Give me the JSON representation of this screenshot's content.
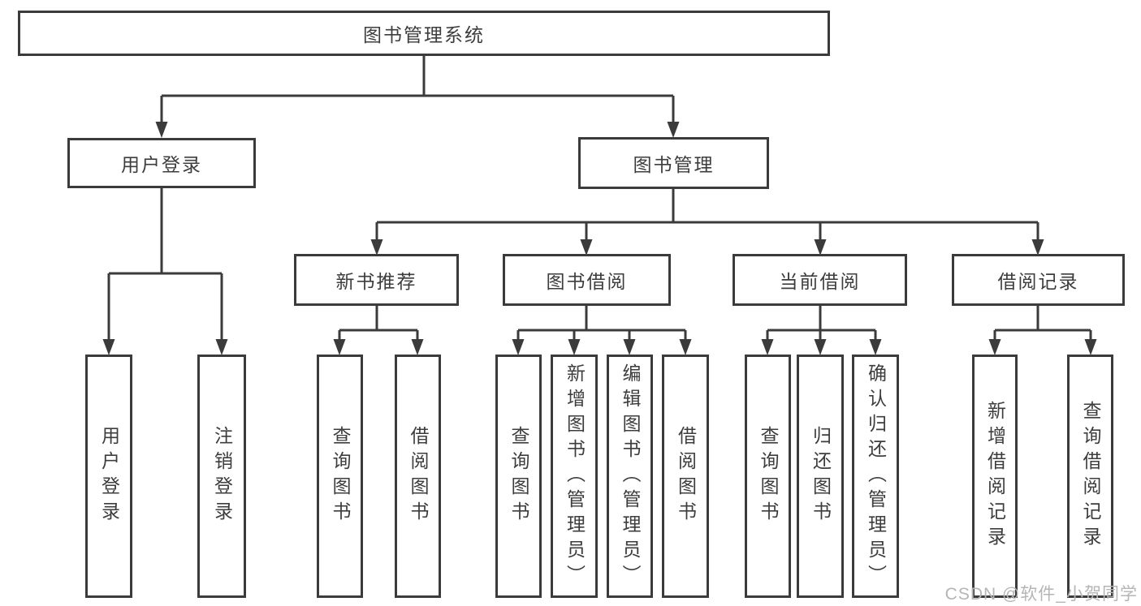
{
  "diagram": {
    "title": "图书管理系统",
    "branches": {
      "user_login": {
        "label": "用户登录",
        "children": [
          "用户登录",
          "注销登录"
        ]
      },
      "book_mgmt": {
        "label": "图书管理",
        "sections": {
          "new_book": {
            "label": "新书推荐",
            "children": [
              "查询图书",
              "借阅图书"
            ]
          },
          "book_borrow": {
            "label": "图书借阅",
            "children": [
              "查询图书",
              "新增图书（管理员）",
              "编辑图书（管理员）",
              "借阅图书"
            ]
          },
          "current_borrow": {
            "label": "当前借阅",
            "children": [
              "查询图书",
              "归还图书",
              "确认归还（管理员）"
            ]
          },
          "borrow_records": {
            "label": "借阅记录",
            "children": [
              "新增借阅记录",
              "查询借阅记录"
            ]
          }
        }
      }
    }
  },
  "watermark": {
    "text": "CSDN @软件_小贺同学"
  },
  "colors": {
    "line": "#3b3b3b",
    "box_border": "#3b3b3b",
    "box_fill": "#ffffff",
    "text": "#3d3d3d",
    "watermark": "#b5b5b5",
    "background": "#ffffff"
  }
}
